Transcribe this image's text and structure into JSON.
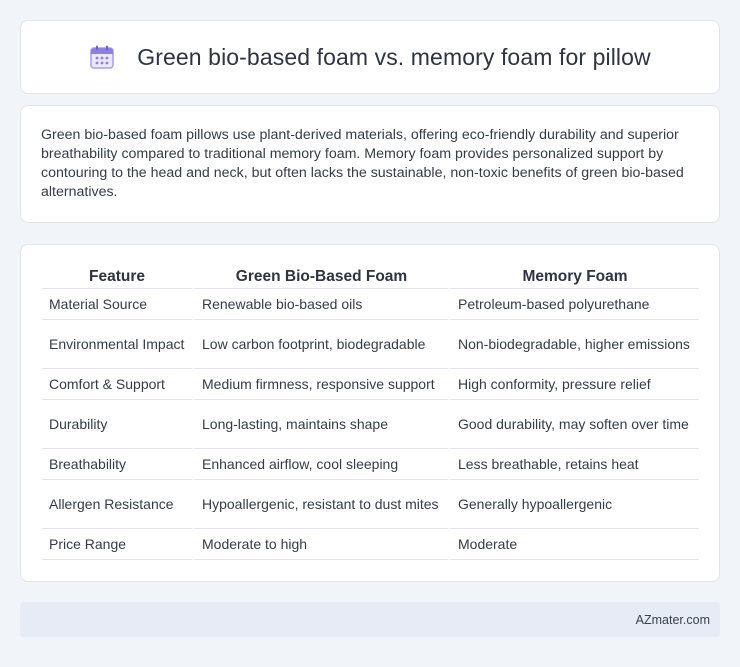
{
  "header": {
    "title": "Green bio-based foam vs. memory foam for pillow",
    "icon": "calendar-icon",
    "icon_color": "#8b7fe0"
  },
  "summary": {
    "text": "Green bio-based foam pillows use plant-derived materials, offering eco-friendly durability and superior breathability compared to traditional memory foam. Memory foam provides personalized support by contouring to the head and neck, but often lacks the sustainable, non-toxic benefits of green bio-based alternatives."
  },
  "table": {
    "headers": [
      "Feature",
      "Green Bio-Based Foam",
      "Memory Foam"
    ],
    "rows": [
      [
        "Material Source",
        "Renewable bio-based oils",
        "Petroleum-based polyurethane"
      ],
      [
        "Environmental Impact",
        "Low carbon footprint, biodegradable",
        "Non-biodegradable, higher emissions"
      ],
      [
        "Comfort & Support",
        "Medium firmness, responsive support",
        "High conformity, pressure relief"
      ],
      [
        "Durability",
        "Long-lasting, maintains shape",
        "Good durability, may soften over time"
      ],
      [
        "Breathability",
        "Enhanced airflow, cool sleeping",
        "Less breathable, retains heat"
      ],
      [
        "Allergen Resistance",
        "Hypoallergenic, resistant to dust mites",
        "Generally hypoallergenic"
      ],
      [
        "Price Range",
        "Moderate to high",
        "Moderate"
      ]
    ]
  },
  "footer": {
    "text": "AZmater.com"
  }
}
